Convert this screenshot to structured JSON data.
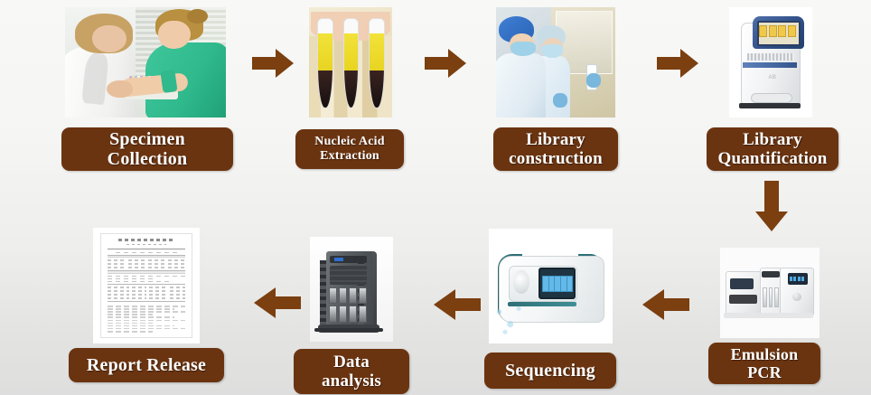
{
  "diagram": {
    "title": "NGS laboratory testing workflow",
    "type": "process-flow",
    "background_color": "#f5f5f3",
    "label_color": "#6b3410",
    "arrow_color": "#7b3f10",
    "label_text_color": "#ffffff"
  },
  "steps": [
    {
      "id": "specimen-collection",
      "order": 1,
      "label_lines": [
        "Specimen",
        "Collection"
      ],
      "label_text": "Specimen Collection",
      "image_alt": "Nurse drawing a blood sample from a patient's arm in a clinic",
      "row": "top"
    },
    {
      "id": "nucleic-acid-extraction",
      "order": 2,
      "label_lines": [
        "Nucleic Acid",
        "Extraction"
      ],
      "label_text": "Nucleic Acid Extraction",
      "image_alt": "Hand holding three blood collection tubes with separated yellow serum",
      "row": "top"
    },
    {
      "id": "library-construction",
      "order": 3,
      "label_lines": [
        "Library",
        "construction"
      ],
      "label_text": "Library construction",
      "image_alt": "Technicians in blue caps and masks working at a biosafety cabinet",
      "row": "top"
    },
    {
      "id": "library-quantification",
      "order": 4,
      "label_lines": [
        "Library",
        "Quantification"
      ],
      "label_text": "Library Quantification",
      "image_alt": "Benchtop real-time qPCR instrument with blue housing and touchscreen",
      "row": "top"
    },
    {
      "id": "emulsion-pcr",
      "order": 5,
      "label_lines": [
        "Emulsion",
        "PCR"
      ],
      "label_text": "Emulsion PCR",
      "image_alt": "Two white benchtop emulsion PCR instruments side by side",
      "row": "bottom"
    },
    {
      "id": "sequencing",
      "order": 6,
      "label_lines": [
        "Sequencing"
      ],
      "label_text": "Sequencing",
      "image_alt": "Benchtop DNA sequencer with teal trim and touchscreen",
      "row": "bottom"
    },
    {
      "id": "data-analysis",
      "order": 7,
      "label_lines": [
        "Data",
        "analysis"
      ],
      "label_text": "Data analysis",
      "image_alt": "Tower server with front drive bays for data analysis",
      "row": "bottom"
    },
    {
      "id": "report-release",
      "order": 8,
      "label_lines": [
        "Report Release"
      ],
      "label_text": "Report Release",
      "image_alt": "Printed clinical test report page with header, tables and notes",
      "row": "bottom"
    }
  ],
  "arrows": [
    {
      "id": "arrow-1",
      "from": "specimen-collection",
      "to": "nucleic-acid-extraction",
      "direction": "right"
    },
    {
      "id": "arrow-2",
      "from": "nucleic-acid-extraction",
      "to": "library-construction",
      "direction": "right"
    },
    {
      "id": "arrow-3",
      "from": "library-construction",
      "to": "library-quantification",
      "direction": "right"
    },
    {
      "id": "arrow-4",
      "from": "library-quantification",
      "to": "emulsion-pcr",
      "direction": "down"
    },
    {
      "id": "arrow-5",
      "from": "emulsion-pcr",
      "to": "sequencing",
      "direction": "left"
    },
    {
      "id": "arrow-6",
      "from": "sequencing",
      "to": "data-analysis",
      "direction": "left"
    },
    {
      "id": "arrow-7",
      "from": "data-analysis",
      "to": "report-release",
      "direction": "left"
    }
  ]
}
